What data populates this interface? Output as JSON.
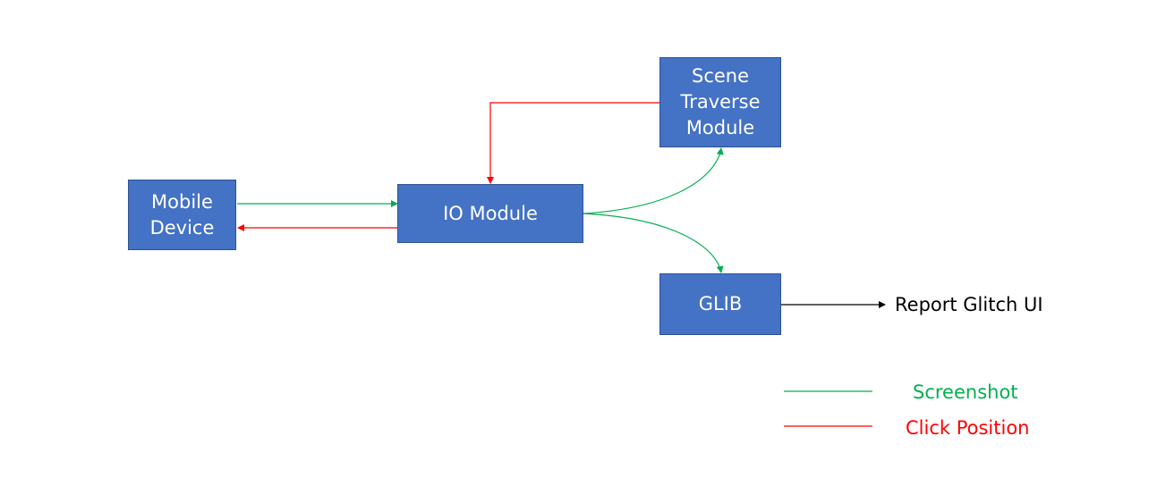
{
  "colors": {
    "node_fill": "#4472c4",
    "node_border": "#2f528f",
    "node_text": "#ffffff",
    "screenshot_flow": "#00b050",
    "click_flow": "#ff0000",
    "output_flow": "#000000"
  },
  "nodes": {
    "mobile_device": "Mobile\nDevice",
    "io_module": "IO Module",
    "scene_traverse": "Scene\nTraverse\nModule",
    "glib": "GLIB"
  },
  "output": {
    "report_label": "Report Glitch UI"
  },
  "legend": {
    "screenshot": {
      "label": "Screenshot",
      "color": "#00b050"
    },
    "click_position": {
      "label": "Click Position",
      "color": "#ff0000"
    }
  }
}
